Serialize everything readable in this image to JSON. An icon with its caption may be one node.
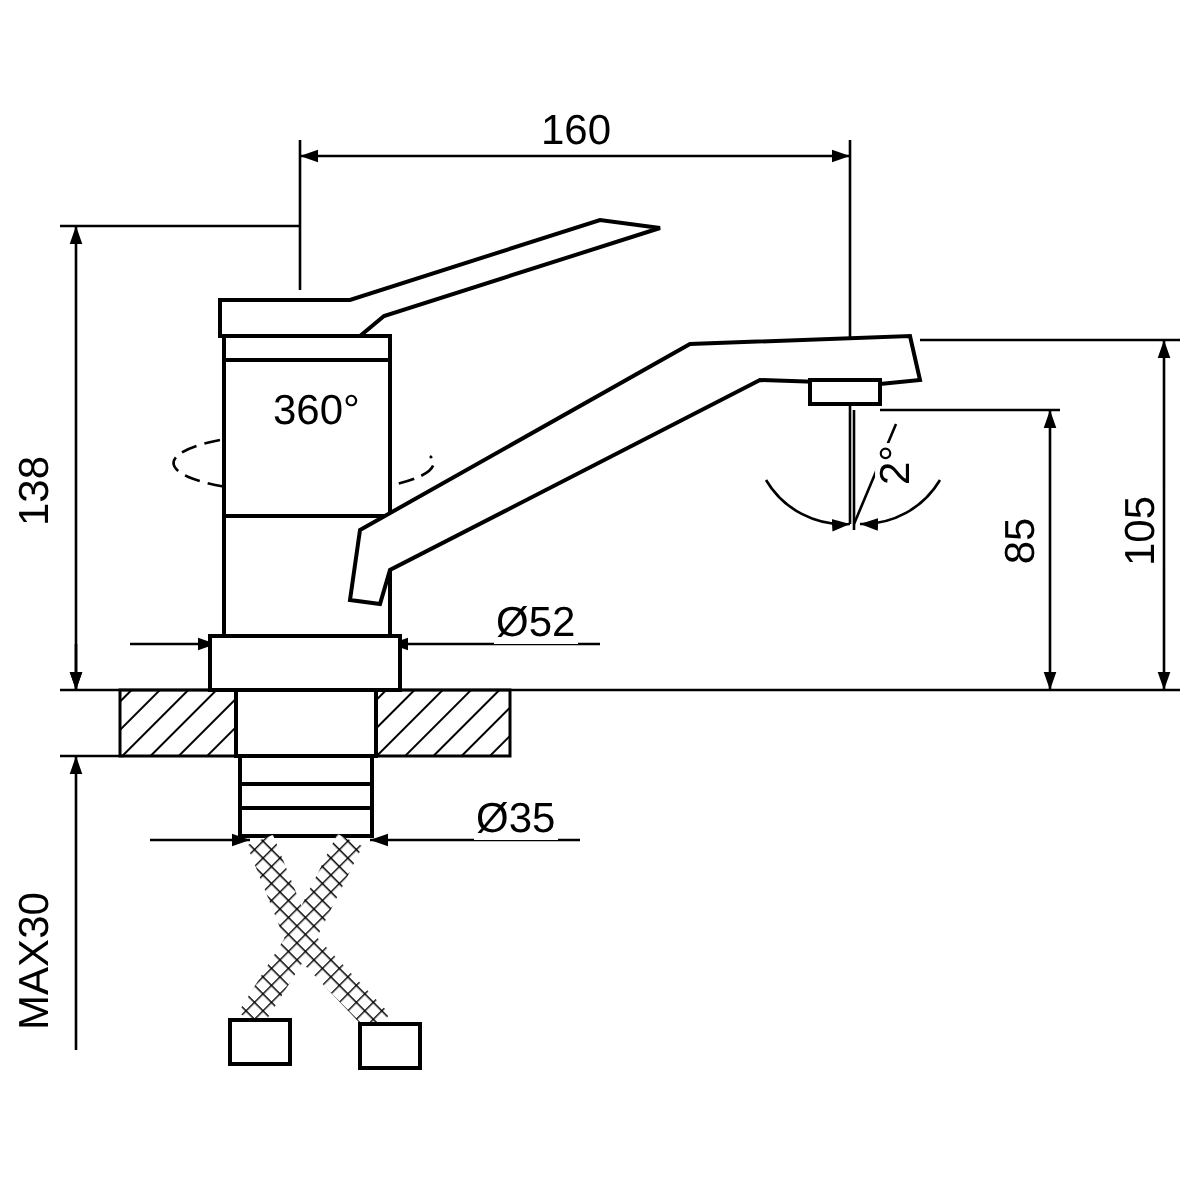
{
  "diagram": {
    "labels": [
      "160",
      "138",
      "360°",
      "2°",
      "85",
      "105",
      "Ø52",
      "Ø35",
      "MAX30"
    ]
  }
}
